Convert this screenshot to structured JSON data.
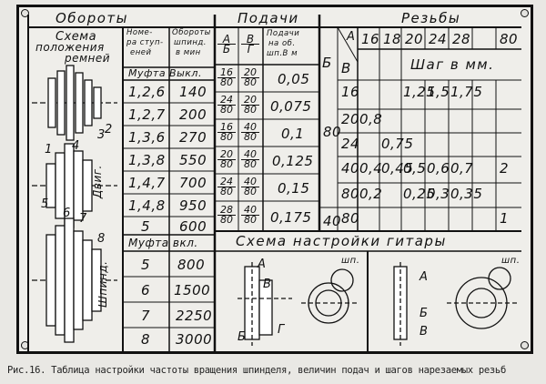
{
  "sections": {
    "oboroty": "Обороты",
    "podachi": "Подачи",
    "rezby": "Резьбы",
    "scheme_gitary": "Схема настройки гитары"
  },
  "belt_scheme": {
    "title_lines": [
      "Схема",
      "положения",
      "ремней"
    ],
    "pulley_labels": [
      "1",
      "2",
      "3",
      "4",
      "5",
      "6",
      "7",
      "8"
    ],
    "dvig": "Двиг.",
    "shpind": "Шпинд."
  },
  "speed_table": {
    "col1_header": [
      "Номе-",
      "ра ступ-",
      "еней"
    ],
    "col2_header": [
      "Обороты",
      "шпинд.",
      "в мин"
    ],
    "mufta_vykl": "Муфта Выкл.",
    "rows_off": [
      {
        "steps": "1,2,6",
        "rpm": "140"
      },
      {
        "steps": "1,2,7",
        "rpm": "200"
      },
      {
        "steps": "1,3,6",
        "rpm": "270"
      },
      {
        "steps": "1,3,8",
        "rpm": "550"
      },
      {
        "steps": "1,4,7",
        "rpm": "700"
      },
      {
        "steps": "1,4,8",
        "rpm": "950"
      },
      {
        "steps": "5",
        "rpm": "600"
      }
    ],
    "mufta_vkl": "Муфта вкл.",
    "rows_on": [
      {
        "steps": "5",
        "rpm": "800"
      },
      {
        "steps": "6",
        "rpm": "1500"
      },
      {
        "steps": "7",
        "rpm": "2250"
      },
      {
        "steps": "8",
        "rpm": "3000"
      }
    ]
  },
  "feed_table": {
    "header_a": "А",
    "header_b": "Б",
    "header_v": "В",
    "header_g": "Г",
    "header_feed": [
      "Подачи",
      "на об.",
      "шп.В м"
    ],
    "rows": [
      {
        "a": "16",
        "b": "80",
        "v": "20",
        "g": "80",
        "feed": "0,05"
      },
      {
        "a": "24",
        "b": "80",
        "v": "20",
        "g": "80",
        "feed": "0,075"
      },
      {
        "a": "16",
        "b": "80",
        "v": "40",
        "g": "80",
        "feed": "0,1"
      },
      {
        "a": "20",
        "b": "80",
        "v": "40",
        "g": "80",
        "feed": "0,125"
      },
      {
        "a": "24",
        "b": "80",
        "v": "40",
        "g": "80",
        "feed": "0,15"
      },
      {
        "a": "28",
        "b": "80",
        "v": "40",
        "g": "80",
        "feed": "0,175"
      }
    ]
  },
  "thread_table": {
    "label_a": "А",
    "label_b": "Б",
    "label_v": "В",
    "a_values": [
      "16",
      "18",
      "20",
      "24",
      "28",
      "80"
    ],
    "shag": "Шаг в мм.",
    "b_80": "80",
    "b_40": "40",
    "rows": [
      {
        "v": "16",
        "cells": [
          "",
          "",
          "1,25",
          "1,5",
          "1,75",
          ""
        ]
      },
      {
        "v": "20",
        "cells": [
          "0,8",
          "",
          "",
          "",
          "",
          ""
        ]
      },
      {
        "v": "24",
        "cells": [
          "",
          "0,75",
          "",
          "",
          "",
          ""
        ]
      },
      {
        "v": "40",
        "cells": [
          "0,4",
          "0,45",
          "0,5",
          "0,6",
          "0,7",
          "2"
        ]
      },
      {
        "v": "80",
        "cells": [
          "0,2",
          "",
          "0,25",
          "0,3",
          "0,35",
          ""
        ]
      },
      {
        "v": "80",
        "cells": [
          "",
          "",
          "",
          "",
          "",
          "1"
        ]
      }
    ]
  },
  "guitar_left": {
    "a": "А",
    "b": "Б",
    "v": "В",
    "g": "Г",
    "shp": "шп."
  },
  "guitar_right": {
    "a": "А",
    "b": "Б",
    "v": "В",
    "shp": "шп."
  },
  "caption": "Рис.16. Таблица настройки частоты вращения шпинделя, величин подач и шагов нарезаемых резьб"
}
